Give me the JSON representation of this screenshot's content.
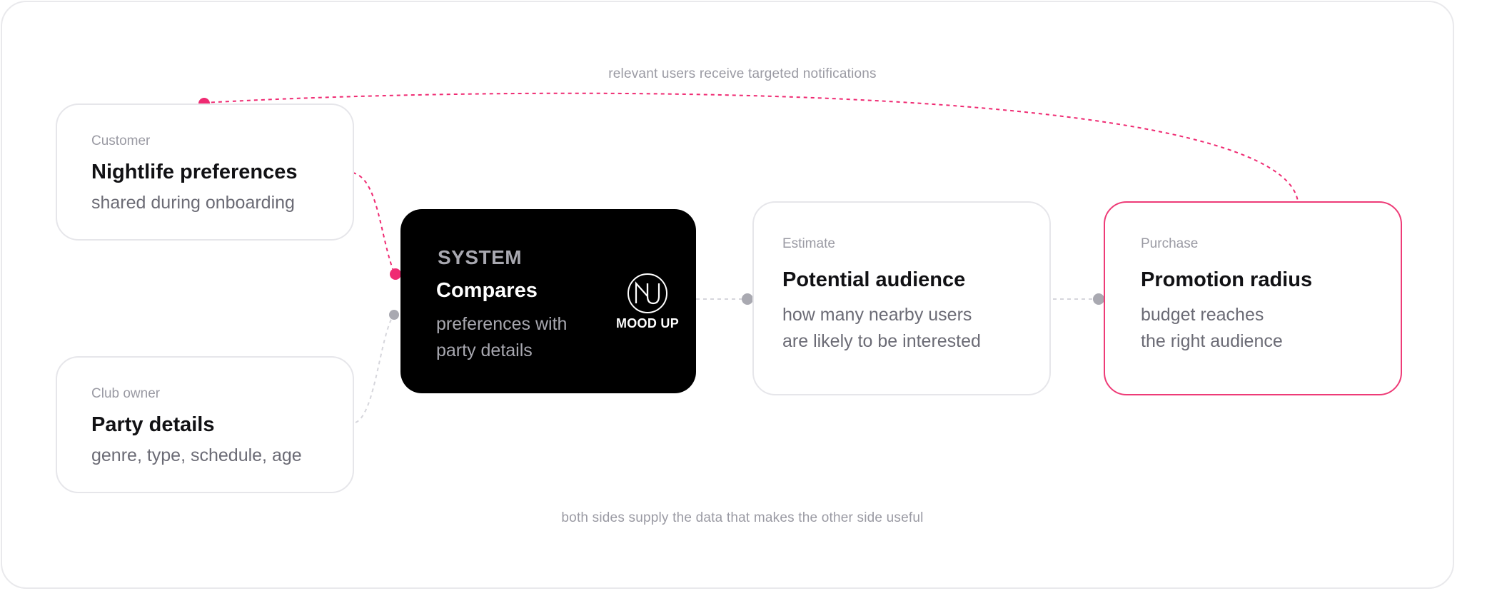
{
  "captions": {
    "top": "relevant users receive targeted notifications",
    "bottom": "both sides supply the data that makes the other side useful"
  },
  "nodes": {
    "customer": {
      "eyebrow": "Customer",
      "title": "Nightlife preferences",
      "desc": "shared during onboarding"
    },
    "club_owner": {
      "eyebrow": "Club owner",
      "title": "Party details",
      "desc": "genre, type, schedule, age"
    },
    "system": {
      "tag": "SYSTEM",
      "title": "Compares",
      "desc": "preferences with party details",
      "brand": "MOOD UP"
    },
    "estimate": {
      "eyebrow": "Estimate",
      "title": "Potential audience",
      "desc_lines": [
        "how many nearby users",
        "are likely to be interested"
      ]
    },
    "purchase": {
      "eyebrow": "Purchase",
      "title": "Promotion radius",
      "desc_lines": [
        "budget reaches",
        "the right audience"
      ]
    }
  },
  "colors": {
    "accent": "#ef2a72",
    "connector_gray": "#c9c9cf",
    "dot_gray": "#a9a9b1",
    "card_border": "#e6e6ea",
    "system_bg": "#000000",
    "muted_text": "#9a9aa3"
  }
}
